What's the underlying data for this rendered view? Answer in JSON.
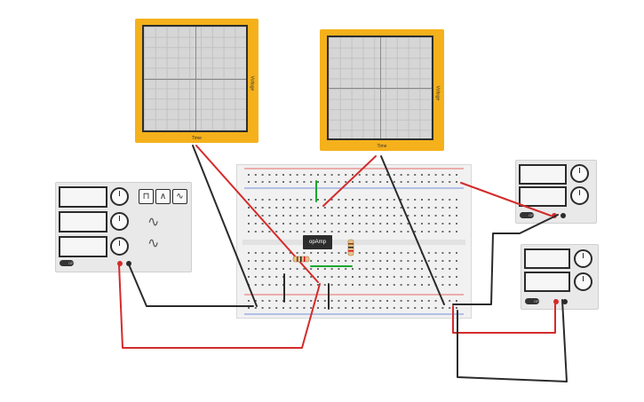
{
  "scope_left": {
    "time_label": "Time",
    "voltage_label": "Voltage"
  },
  "scope_right": {
    "time_label": "Time",
    "voltage_label": "Voltage"
  },
  "function_generator": {
    "switch_label": "OFF",
    "waveforms": [
      "square",
      "triangle",
      "sine"
    ]
  },
  "power_supply_top": {
    "switch_label": "OFF"
  },
  "power_supply_bottom": {
    "switch_label": "OFF"
  },
  "opamp": {
    "label": "opAmp"
  },
  "colors": {
    "scope_frame": "#f5b11b",
    "wire_red": "#d42b2b",
    "wire_black": "#2b2b2b",
    "wire_green": "#1aa82e",
    "rail_red": "#e23b3b",
    "rail_blue": "#4b6fd8"
  }
}
